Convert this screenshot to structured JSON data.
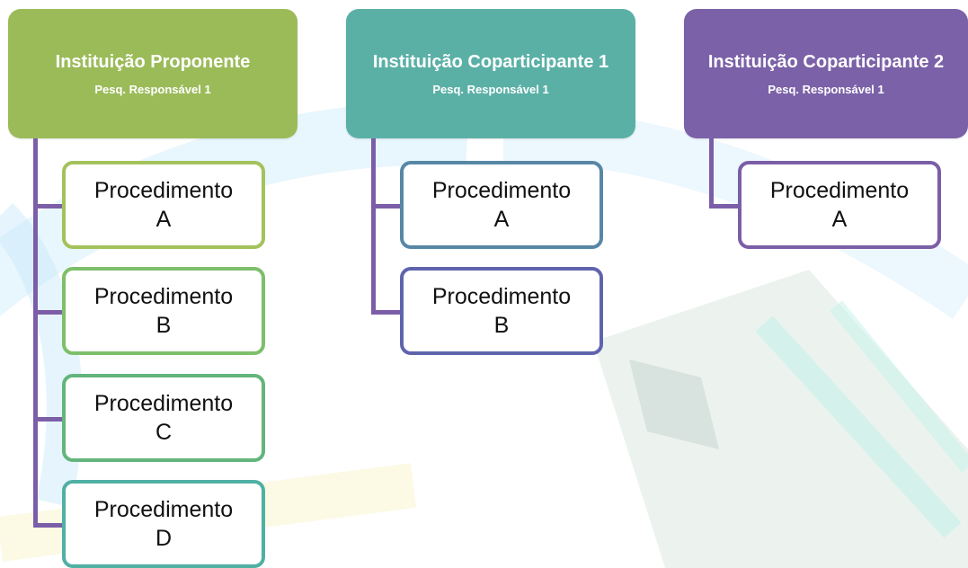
{
  "columns": [
    {
      "title": "Instituição Proponente",
      "subtitle": "Pesq. Responsável 1",
      "color": "#9bbb59",
      "procedures": [
        {
          "word": "Procedimento",
          "letter": "A",
          "border": "#a4c25c"
        },
        {
          "word": "Procedimento",
          "letter": "B",
          "border": "#7dbf6a"
        },
        {
          "word": "Procedimento",
          "letter": "C",
          "border": "#63b57c"
        },
        {
          "word": "Procedimento",
          "letter": "D",
          "border": "#4fb0a4"
        }
      ]
    },
    {
      "title": "Instituição Coparticipante 1",
      "subtitle": "Pesq. Responsável 1",
      "color": "#5bb0a6",
      "procedures": [
        {
          "word": "Procedimento",
          "letter": "A",
          "border": "#5887a6"
        },
        {
          "word": "Procedimento",
          "letter": "B",
          "border": "#5f64ad"
        }
      ]
    },
    {
      "title": "Instituição Coparticipante 2",
      "subtitle": "Pesq. Responsável 1",
      "color": "#7b61a8",
      "procedures": [
        {
          "word": "Procedimento",
          "letter": "A",
          "border": "#7b5ea7"
        }
      ]
    }
  ]
}
